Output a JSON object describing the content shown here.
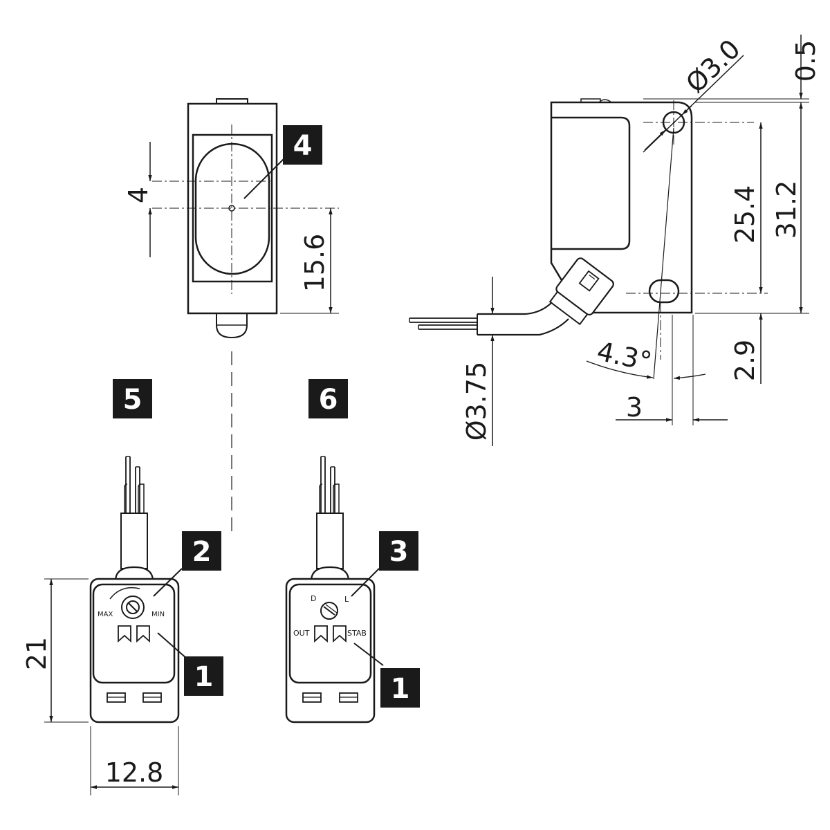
{
  "dimensions": {
    "d4": "4",
    "d15_6": "15.6",
    "d0_5": "0.5",
    "d3_0": "Ø3.0",
    "d25_4": "25.4",
    "d31_2": "31.2",
    "d2_9": "2.9",
    "d4_3deg": "4.3°",
    "d3": "3",
    "d3_75": "Ø3.75",
    "d21": "21",
    "d12_8": "12.8"
  },
  "callouts": {
    "c1": "1",
    "c2": "2",
    "c3": "3",
    "c4": "4",
    "c5": "5",
    "c6": "6"
  },
  "panel_labels": {
    "max": "MAX",
    "min": "MIN",
    "d": "D",
    "l": "L",
    "out": "OUT",
    "stab": "STAB"
  },
  "colors": {
    "line": "#1a1a1a",
    "badge": "#1a1a1a"
  }
}
